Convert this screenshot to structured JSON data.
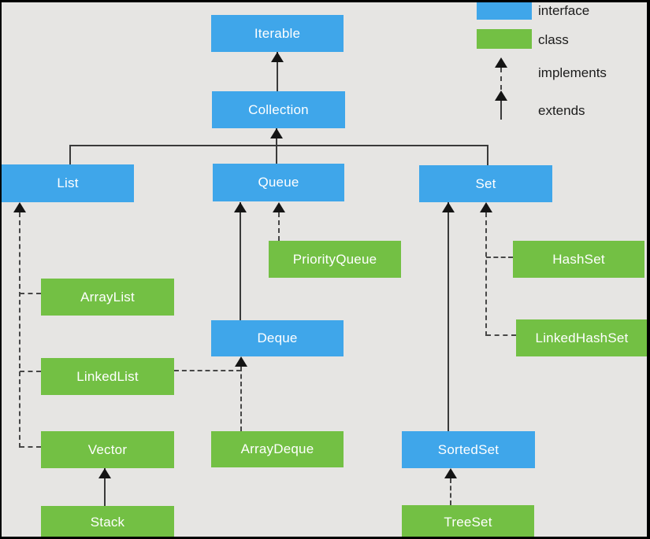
{
  "diagram": {
    "background_color": "#e6e5e3",
    "interface_color": "#3fa6ea",
    "class_color": "#73c044",
    "nodes": [
      {
        "id": "iterable",
        "label": "Iterable",
        "type": "interface"
      },
      {
        "id": "collection",
        "label": "Collection",
        "type": "interface"
      },
      {
        "id": "list",
        "label": "List",
        "type": "interface"
      },
      {
        "id": "queue",
        "label": "Queue",
        "type": "interface"
      },
      {
        "id": "set",
        "label": "Set",
        "type": "interface"
      },
      {
        "id": "priorityqueue",
        "label": "PriorityQueue",
        "type": "class"
      },
      {
        "id": "arraylist",
        "label": "ArrayList",
        "type": "class"
      },
      {
        "id": "deque",
        "label": "Deque",
        "type": "interface"
      },
      {
        "id": "hashset",
        "label": "HashSet",
        "type": "class"
      },
      {
        "id": "linkedlist",
        "label": "LinkedList",
        "type": "class"
      },
      {
        "id": "linkedhashset",
        "label": "LinkedHashSet",
        "type": "class"
      },
      {
        "id": "vector",
        "label": "Vector",
        "type": "class"
      },
      {
        "id": "arraydeque",
        "label": "ArrayDeque",
        "type": "class"
      },
      {
        "id": "sortedset",
        "label": "SortedSet",
        "type": "interface"
      },
      {
        "id": "stack",
        "label": "Stack",
        "type": "class"
      },
      {
        "id": "treeset",
        "label": "TreeSet",
        "type": "class"
      }
    ],
    "edges": [
      {
        "from": "Collection",
        "to": "Iterable",
        "relation": "extends"
      },
      {
        "from": "List",
        "to": "Collection",
        "relation": "extends"
      },
      {
        "from": "Queue",
        "to": "Collection",
        "relation": "extends"
      },
      {
        "from": "Set",
        "to": "Collection",
        "relation": "extends"
      },
      {
        "from": "Deque",
        "to": "Queue",
        "relation": "extends"
      },
      {
        "from": "PriorityQueue",
        "to": "Queue",
        "relation": "implements"
      },
      {
        "from": "ArrayList",
        "to": "List",
        "relation": "implements"
      },
      {
        "from": "LinkedList",
        "to": "List",
        "relation": "implements"
      },
      {
        "from": "Vector",
        "to": "List",
        "relation": "implements"
      },
      {
        "from": "LinkedList",
        "to": "Deque",
        "relation": "implements"
      },
      {
        "from": "ArrayDeque",
        "to": "Deque",
        "relation": "implements"
      },
      {
        "from": "Stack",
        "to": "Vector",
        "relation": "extends"
      },
      {
        "from": "HashSet",
        "to": "Set",
        "relation": "implements"
      },
      {
        "from": "LinkedHashSet",
        "to": "Set",
        "relation": "implements"
      },
      {
        "from": "SortedSet",
        "to": "Set",
        "relation": "extends"
      },
      {
        "from": "TreeSet",
        "to": "SortedSet",
        "relation": "implements"
      }
    ]
  },
  "legend": {
    "interface_label": "interface",
    "class_label": "class",
    "implements_label": "implements",
    "extends_label": "extends"
  }
}
